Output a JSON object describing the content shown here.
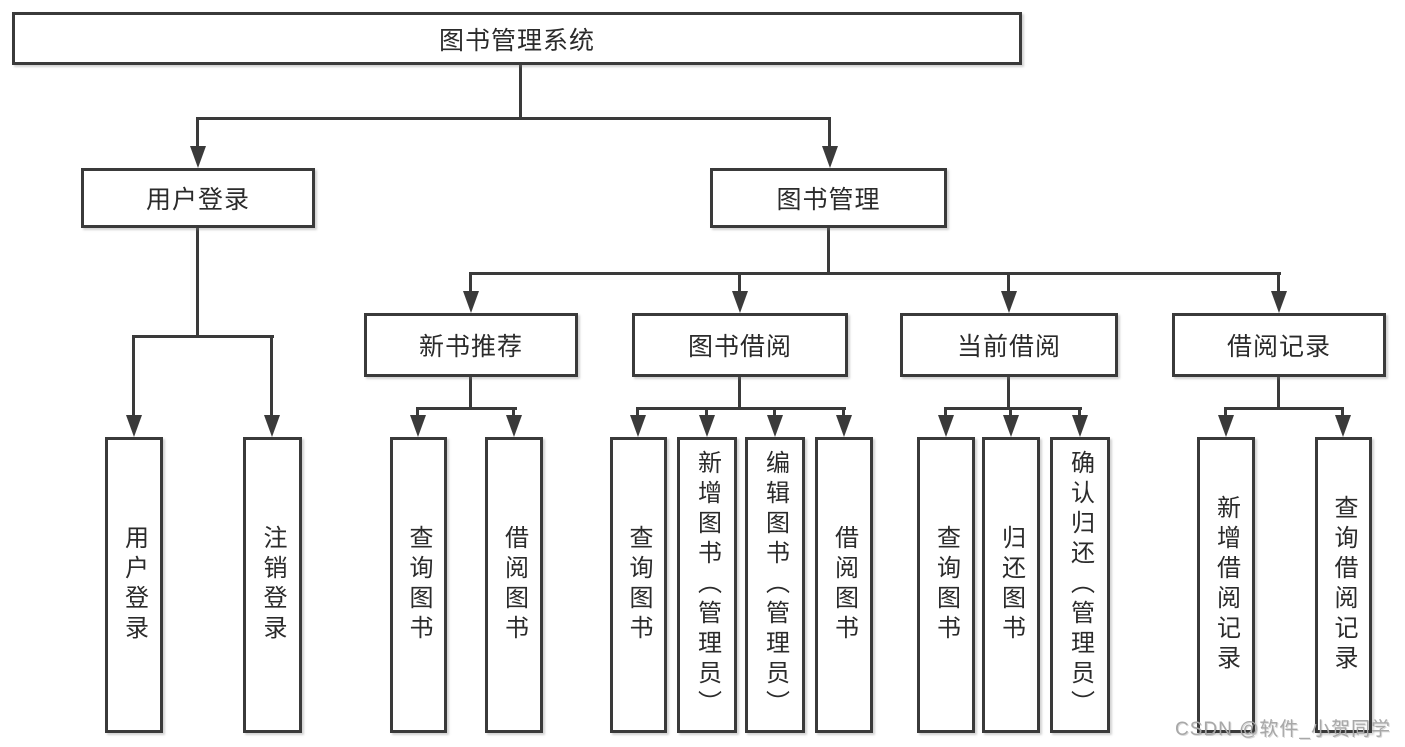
{
  "tree": {
    "root": "图书管理系统",
    "branches": [
      {
        "label": "用户登录",
        "leaves": [
          "用户登录",
          "注销登录"
        ]
      },
      {
        "label": "图书管理",
        "groups": [
          {
            "label": "新书推荐",
            "leaves": [
              "查询图书",
              "借阅图书"
            ]
          },
          {
            "label": "图书借阅",
            "leaves": [
              "查询图书",
              "新增图书（管理员）",
              "编辑图书（管理员）",
              "借阅图书"
            ]
          },
          {
            "label": "当前借阅",
            "leaves": [
              "查询图书",
              "归还图书",
              "确认归还（管理员）"
            ]
          },
          {
            "label": "借阅记录",
            "leaves": [
              "新增借阅记录",
              "查询借阅记录"
            ]
          }
        ]
      }
    ]
  },
  "watermark": "CSDN @软件_小贺同学",
  "colors": {
    "line": "#3a3a3a",
    "text": "#2b2b2b",
    "watermark": "#a8a8a8",
    "background": "#ffffff"
  }
}
